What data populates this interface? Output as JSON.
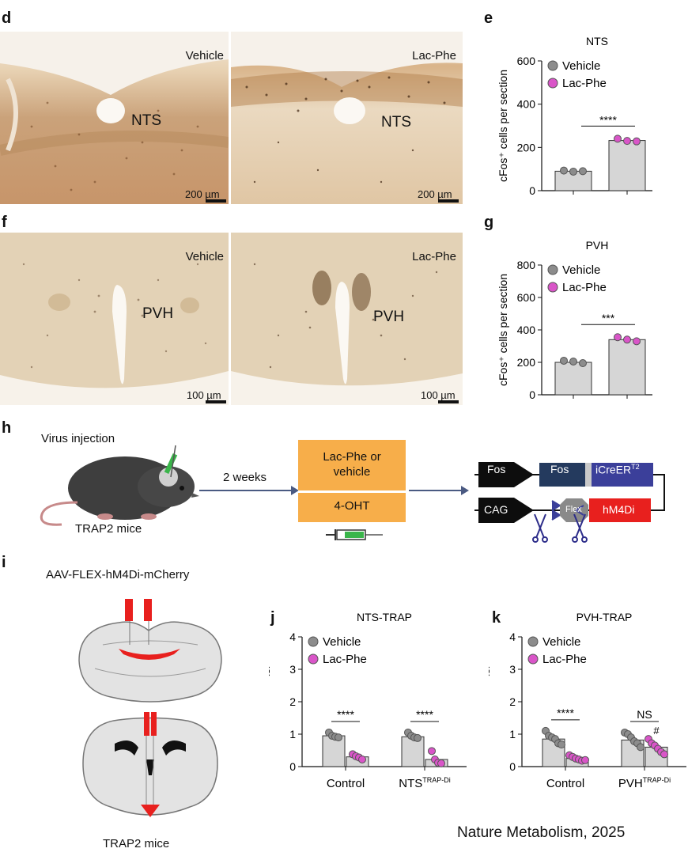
{
  "panel_letters": {
    "d": "d",
    "e": "e",
    "f": "f",
    "g": "g",
    "h": "h",
    "i": "i",
    "j": "j",
    "k": "k"
  },
  "micrographs": {
    "d_left": {
      "condition": "Vehicle",
      "region": "NTS",
      "scale": "200 µm"
    },
    "d_right": {
      "condition": "Lac-Phe",
      "region": "NTS",
      "scale": "200 µm"
    },
    "f_left": {
      "condition": "Vehicle",
      "region": "PVH",
      "scale": "100 µm"
    },
    "f_right": {
      "condition": "Lac-Phe",
      "region": "PVH",
      "scale": "100 µm"
    }
  },
  "schematic_h": {
    "virus_injection": "Virus injection",
    "mice_label": "TRAP2 mice",
    "interval": "2 weeks",
    "treatment_line1": "Lac-Phe or",
    "treatment_line2": "vehicle",
    "drug": "4-OHT",
    "construct": {
      "promoter1": "Fos",
      "gene1": "Fos",
      "gene2": "iCreER",
      "gene2_sup": "T2",
      "promoter2": "CAG",
      "flex": "Flex",
      "gene3": "hM4Di"
    },
    "colors": {
      "box": "#f7ae4a",
      "fos_box": "#243a5e",
      "cre_box": "#3b3f9a",
      "hm4di": "#e8201e",
      "arrow": "#4a5a82"
    }
  },
  "schematic_i": {
    "virus": "AAV-FLEX-hM4Di-mCherry",
    "mice_label": "TRAP2 mice"
  },
  "colors": {
    "vehicle": "#8c8c8c",
    "lac_phe": "#d955c8",
    "bar": "#d6d6d6"
  },
  "chart_data": [
    {
      "id": "e",
      "type": "bar",
      "title": "NTS",
      "ylabel": "cFos⁺ cells per section",
      "ylim": [
        0,
        600
      ],
      "yticks": [
        0,
        200,
        400,
        600
      ],
      "categories": [
        "Vehicle",
        "Lac-Phe"
      ],
      "values": [
        90,
        232
      ],
      "points": [
        [
          93,
          88,
          90
        ],
        [
          240,
          230,
          228
        ]
      ],
      "legend": [
        "Vehicle",
        "Lac-Phe"
      ],
      "significance": [
        {
          "text": "****",
          "between": [
            0,
            1
          ]
        }
      ]
    },
    {
      "id": "g",
      "type": "bar",
      "title": "PVH",
      "ylabel": "cFos⁺ cells per section",
      "ylim": [
        0,
        800
      ],
      "yticks": [
        0,
        200,
        400,
        600,
        800
      ],
      "categories": [
        "Vehicle",
        "Lac-Phe"
      ],
      "values": [
        200,
        340
      ],
      "points": [
        [
          210,
          205,
          195
        ],
        [
          355,
          340,
          330
        ]
      ],
      "legend": [
        "Vehicle",
        "Lac-Phe"
      ],
      "significance": [
        {
          "text": "***",
          "between": [
            0,
            1
          ]
        }
      ]
    },
    {
      "id": "j",
      "type": "bar",
      "title": "NTS-TRAP",
      "ylabel": "Food intake (g)",
      "ylim": [
        0,
        4
      ],
      "yticks": [
        0,
        1,
        2,
        3,
        4
      ],
      "categories": [
        "Control",
        "NTS"
      ],
      "category_sup": [
        "",
        "TRAP-Di"
      ],
      "series": [
        {
          "name": "Vehicle",
          "values": [
            0.95,
            0.92
          ],
          "points": [
            [
              1.05,
              0.95,
              0.92,
              0.9
            ],
            [
              1.05,
              0.95,
              0.9,
              0.88
            ]
          ]
        },
        {
          "name": "Lac-Phe",
          "values": [
            0.3,
            0.22
          ],
          "points": [
            [
              0.38,
              0.32,
              0.28,
              0.22
            ],
            [
              0.48,
              0.22,
              0.12,
              0.1
            ]
          ]
        }
      ],
      "significance": [
        {
          "text": "****",
          "group": 0
        },
        {
          "text": "****",
          "group": 1
        }
      ]
    },
    {
      "id": "k",
      "type": "bar",
      "title": "PVH-TRAP",
      "ylabel": "Food intake (g)",
      "ylim": [
        0,
        4
      ],
      "yticks": [
        0,
        1,
        2,
        3,
        4
      ],
      "categories": [
        "Control",
        "PVH"
      ],
      "category_sup": [
        "",
        "TRAP-Di"
      ],
      "series": [
        {
          "name": "Vehicle",
          "values": [
            0.85,
            0.82
          ],
          "points": [
            [
              1.1,
              0.95,
              0.9,
              0.85,
              0.72,
              0.68
            ],
            [
              1.05,
              1.0,
              0.9,
              0.78,
              0.72,
              0.6
            ]
          ]
        },
        {
          "name": "Lac-Phe",
          "values": [
            0.25,
            0.6
          ],
          "points": [
            [
              0.35,
              0.3,
              0.25,
              0.22,
              0.18,
              0.2
            ],
            [
              0.85,
              0.72,
              0.65,
              0.55,
              0.45,
              0.38
            ]
          ]
        }
      ],
      "significance": [
        {
          "text": "****",
          "group": 0
        },
        {
          "text": "NS",
          "group": 1
        }
      ],
      "marker": {
        "text": "#",
        "series": 1,
        "group": 1
      }
    }
  ],
  "footer": "Nature Metabolism, 2025"
}
